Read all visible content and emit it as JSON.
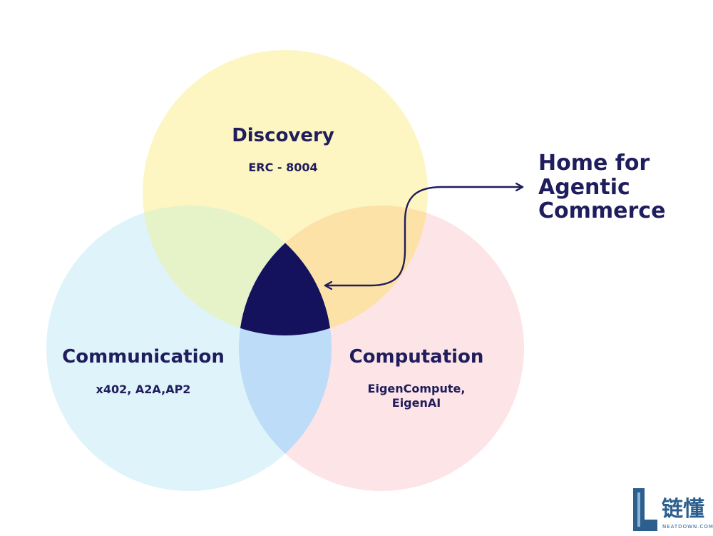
{
  "diagram": {
    "circles": {
      "discovery": {
        "title": "Discovery",
        "subtitle": "ERC - 8004",
        "color": "#fdf6c3"
      },
      "communication": {
        "title": "Communication",
        "subtitle": "x402, A2A,AP2",
        "color": "#dff3fb"
      },
      "computation": {
        "title": "Computation",
        "subtitle_lines": [
          "EigenCompute,",
          "EigenAI"
        ],
        "color": "#fde4e6"
      }
    },
    "overlap_colors": {
      "discovery_communication": "#e6f2c8",
      "discovery_computation": "#fce2a6",
      "communication_computation": "#bcdcf8",
      "center": "#14125c"
    },
    "callout": {
      "lines": [
        "Home for",
        "Agentic",
        "Commerce"
      ],
      "color": "#1f1d5c"
    }
  },
  "watermark": {
    "brand": "链懂",
    "sub": "NEATDOWN.COM"
  }
}
